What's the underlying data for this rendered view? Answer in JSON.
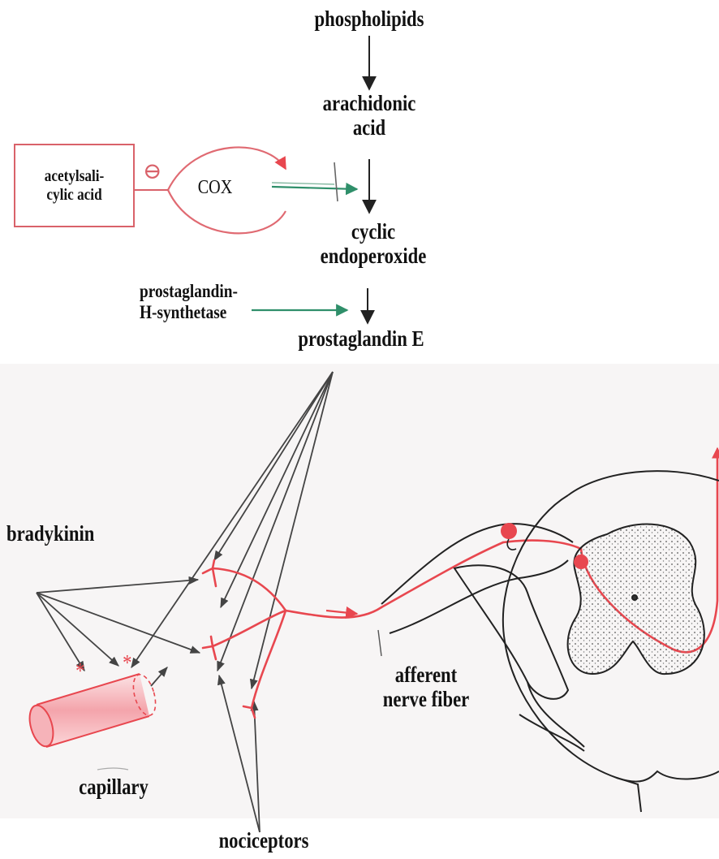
{
  "labels": {
    "phospholipids": "phospholipids",
    "arachidonic_acid": [
      "arachidonic",
      "acid"
    ],
    "cox": "COX",
    "acetylsalicylic_acid": [
      "acetylsali-",
      "cylic acid"
    ],
    "inhibition_symbol": "⊖",
    "cyclic_endoperoxide": [
      "cyclic",
      "endoperoxide"
    ],
    "prostaglandin_h_synthetase": [
      "prostaglandin-",
      "H-synthetase"
    ],
    "prostaglandin_e": "prostaglandin E",
    "bradykinin": "bradykinin",
    "capillary": "capillary",
    "nociceptors": "nociceptors",
    "afferent_nerve_fiber": [
      "afferent",
      "nerve fiber"
    ],
    "capillary_marks": [
      "*",
      "*"
    ]
  },
  "colors": {
    "nerve": "#e8474f",
    "inhibitor": "#d9626a",
    "enzyme_arrow": "#2f8f6a",
    "arrow": "#333333",
    "cord_outline": "#222222"
  }
}
